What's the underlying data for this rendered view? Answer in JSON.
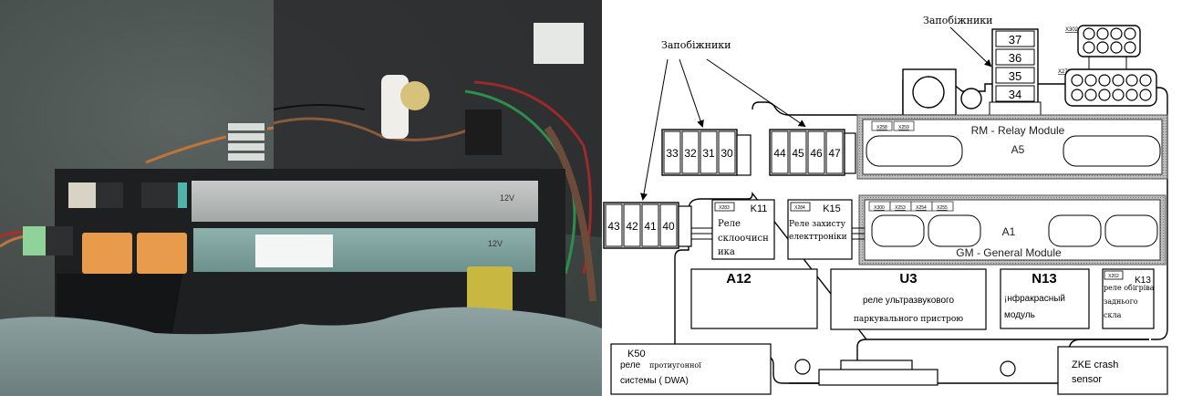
{
  "photo": {
    "description": "Photo of installed fuse and relay box with modules and wiring",
    "module_top_print": "12V",
    "module_bottom_print": "12V",
    "colors": {
      "carpet": "#4a5350",
      "relay_orange": "#e89b4a",
      "relay_yellow": "#c8b842",
      "module_grey": "#b9bdbc",
      "module_green": "#7fa39e",
      "plastic_dark": "#1e1f21"
    }
  },
  "diagram": {
    "fuse_label": "Запобіжники",
    "fuse_groups": {
      "top_right": [
        "37",
        "36",
        "35",
        "34"
      ],
      "left_upper": [
        "33",
        "32",
        "31",
        "30"
      ],
      "middle_upper": [
        "44",
        "45",
        "46",
        "47"
      ],
      "left_lower": [
        "43",
        "42",
        "41",
        "40"
      ]
    },
    "connectors": {
      "x302": "X302",
      "x272": "X272",
      "x258": "X258",
      "x259": "X259",
      "x283": "X283",
      "x284": "X284",
      "x300": "X300",
      "x253": "X253",
      "x254": "X254",
      "x255": "X255",
      "x262": "X262"
    },
    "modules": {
      "relay_module": {
        "title": "RM - Relay Module",
        "code": "A5"
      },
      "general_module": {
        "title": "GM - General Module",
        "code": "A1"
      }
    },
    "relays": {
      "k11": {
        "code": "K11",
        "line1": "Реле",
        "line2": "склоочисн",
        "line3": "ика"
      },
      "k15": {
        "code": "K15",
        "line1": "Реле захисту",
        "line2": "електтроніки"
      },
      "k13": {
        "code": "K13",
        "line1": "реле обігріва",
        "line2": "заднього",
        "line3": "скла"
      },
      "k50": {
        "code": "K50",
        "line1_a": "реле",
        "line1_b": "протиугонної",
        "line2": "системы ( DWA)"
      }
    },
    "blocks": {
      "a12": {
        "code": "A12"
      },
      "u3": {
        "code": "U3",
        "line1": "реле ультразвукового",
        "line2": "паркувального пристрою"
      },
      "n13": {
        "code": "N13",
        "line1": "¡нфракрасный",
        "line2": "модуль"
      },
      "zke": {
        "line1": "ZKE crash",
        "line2": "sensor"
      }
    }
  }
}
